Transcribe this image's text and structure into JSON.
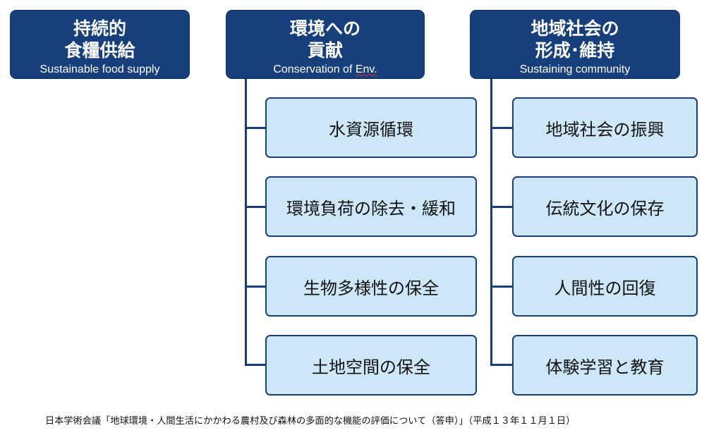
{
  "columns": [
    {
      "title_line1": "持続的",
      "title_line2": "食糧供給",
      "subtitle": "Sustainable food supply",
      "items": []
    },
    {
      "title_line1": "環境への",
      "title_line2": "貢献",
      "subtitle_main": "Conservation of ",
      "subtitle_tail": "Env.",
      "items": [
        "水資源循環",
        "環境負荷の除去・緩和",
        "生物多様性の保全",
        "土地空間の保全"
      ]
    },
    {
      "title_line1": "地域社会の",
      "title_line2": "形成･維持",
      "subtitle": "Sustaining community",
      "items": [
        "地域社会の振興",
        "伝統文化の保存",
        "人間性の回復",
        "体験学習と教育"
      ]
    }
  ],
  "caption": "日本学術会議「地球環境・人間生活にかかわる農村及び森林の多面的な機能の評価について（答申）」（平成１３年１１月１日）",
  "colors": {
    "header_bg": "#173f7c",
    "item_bg": "#cde7f8",
    "line": "#173f7c"
  }
}
